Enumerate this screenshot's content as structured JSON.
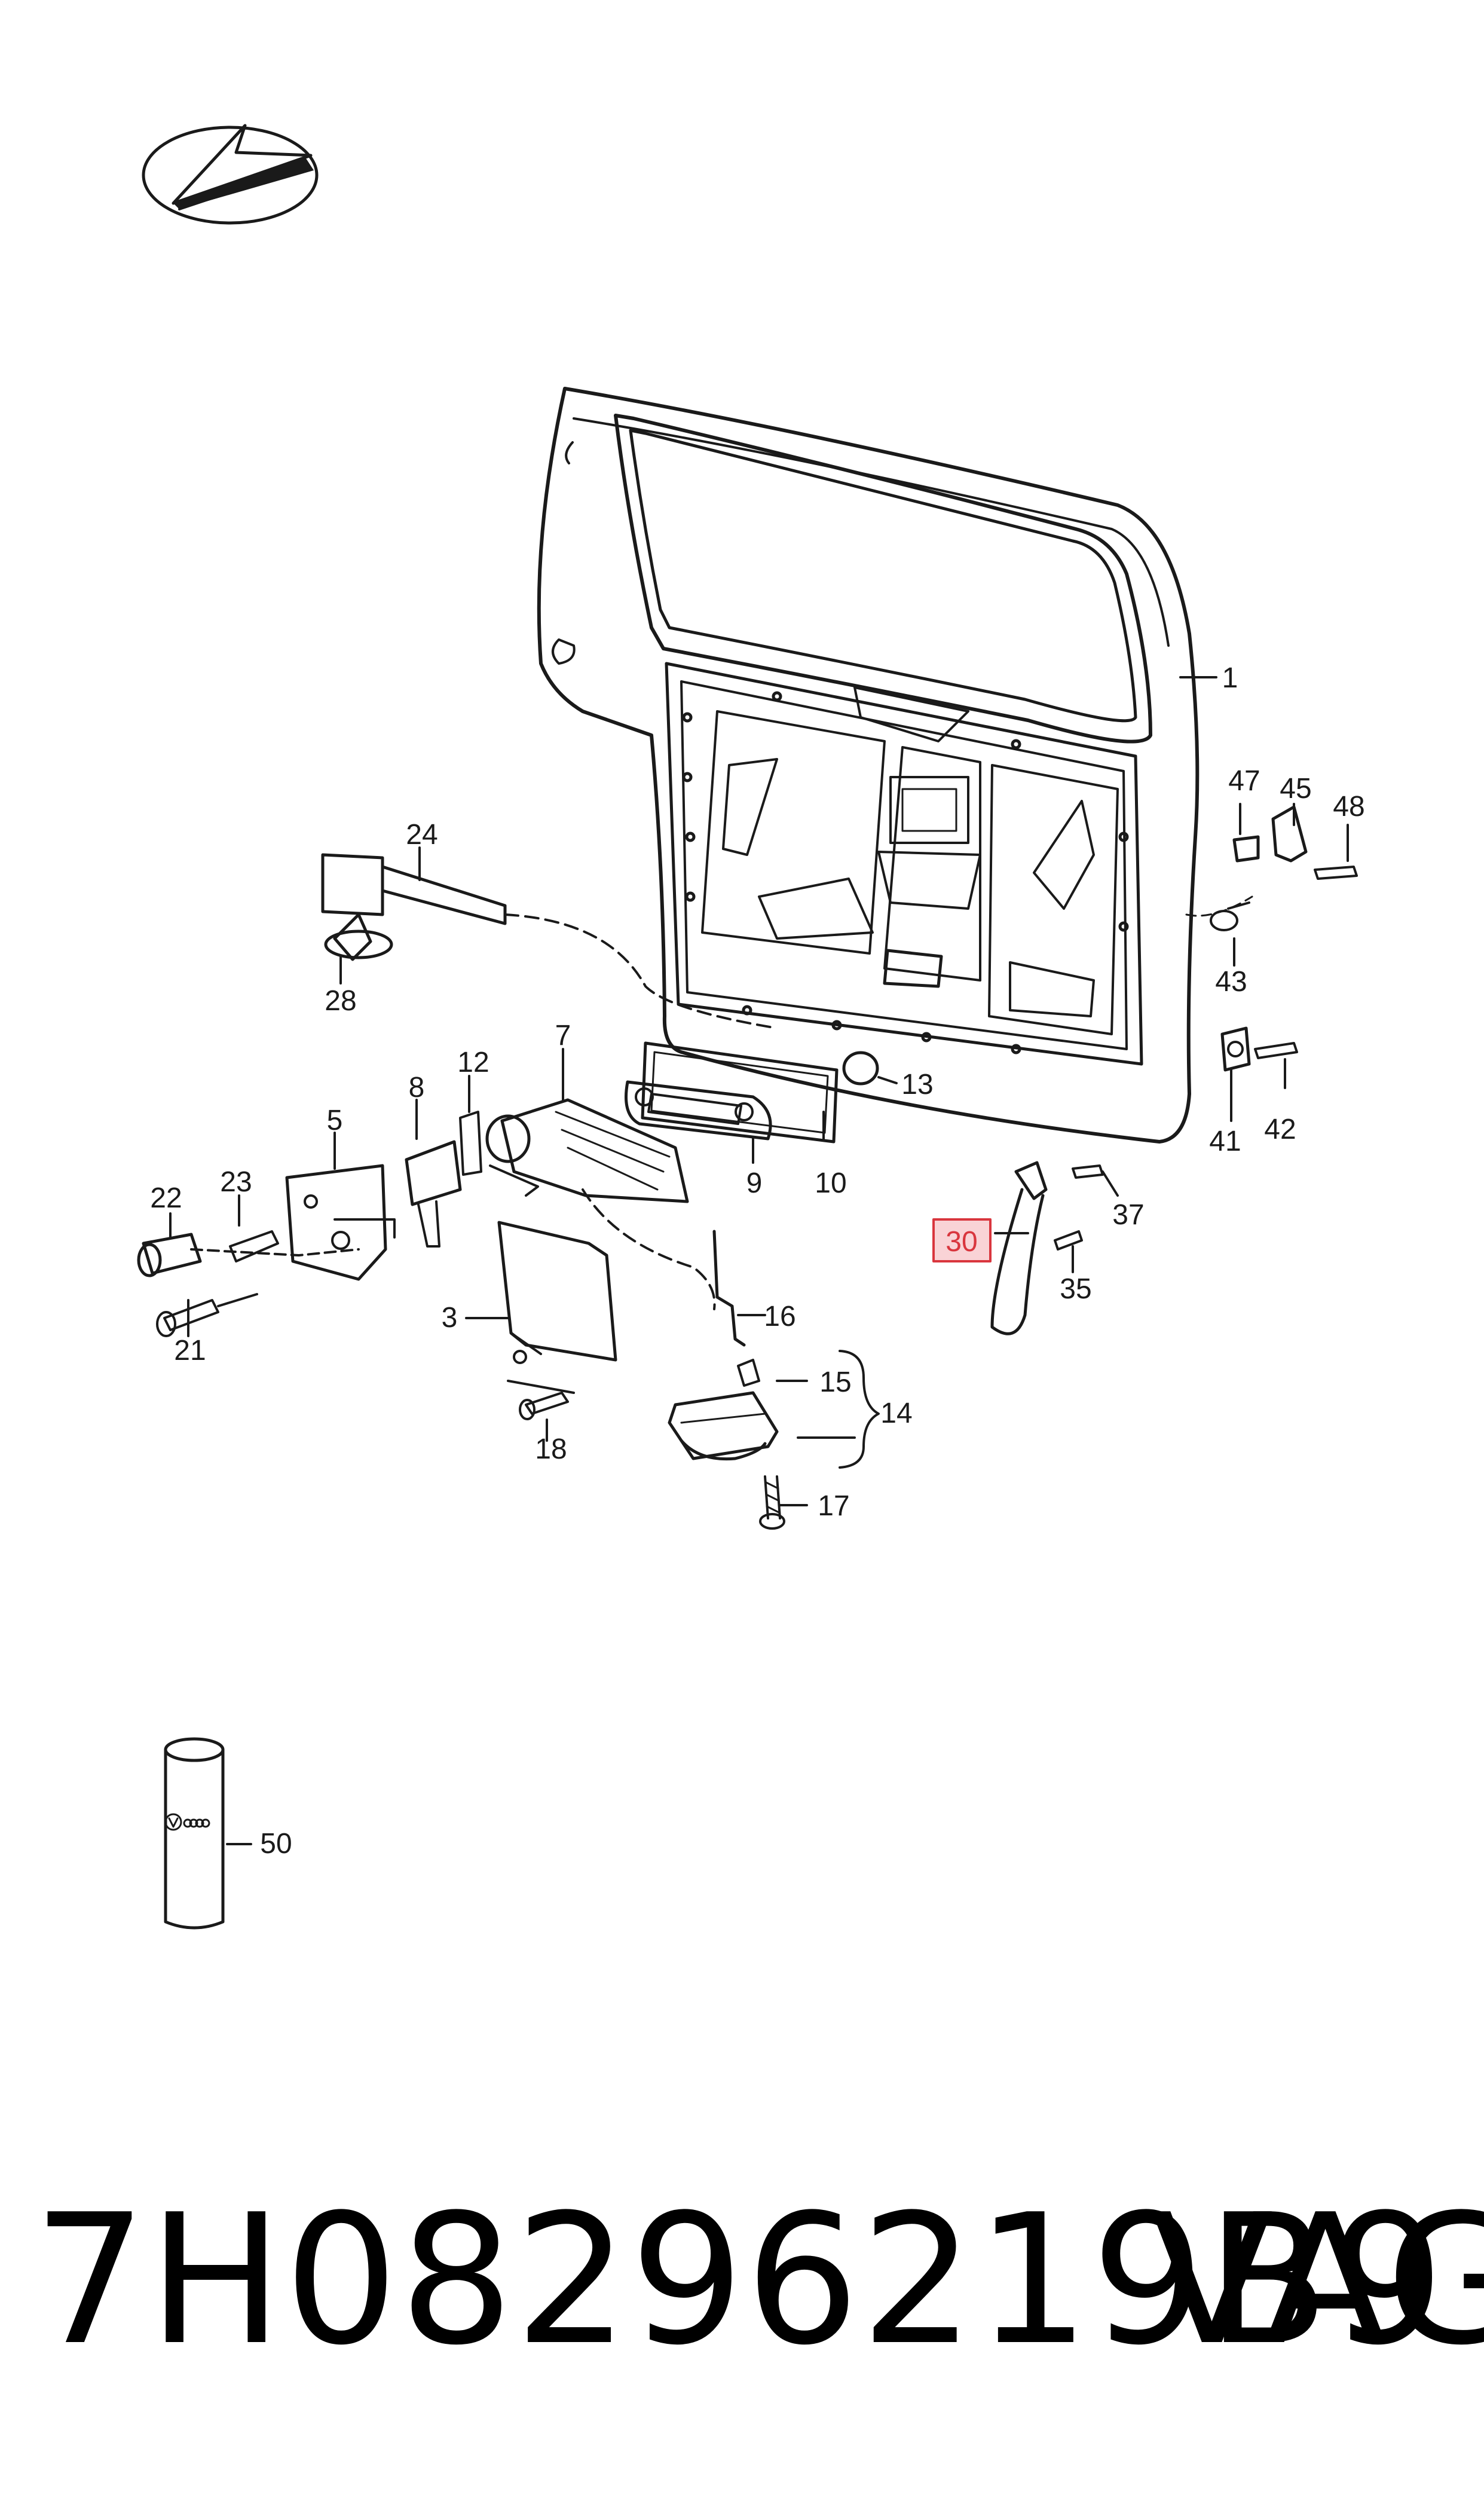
{
  "callouts": [
    {
      "id": "c1",
      "text": "1"
    },
    {
      "id": "c3",
      "text": "3"
    },
    {
      "id": "c5",
      "text": "5"
    },
    {
      "id": "c7",
      "text": "7"
    },
    {
      "id": "c8",
      "text": "8"
    },
    {
      "id": "c9",
      "text": "9"
    },
    {
      "id": "c10",
      "text": "10"
    },
    {
      "id": "c12",
      "text": "12"
    },
    {
      "id": "c13",
      "text": "13"
    },
    {
      "id": "c14",
      "text": "14"
    },
    {
      "id": "c15",
      "text": "15"
    },
    {
      "id": "c16",
      "text": "16"
    },
    {
      "id": "c17",
      "text": "17"
    },
    {
      "id": "c18",
      "text": "18"
    },
    {
      "id": "c21",
      "text": "21"
    },
    {
      "id": "c22",
      "text": "22"
    },
    {
      "id": "c23",
      "text": "23"
    },
    {
      "id": "c24",
      "text": "24"
    },
    {
      "id": "c28",
      "text": "28"
    },
    {
      "id": "c30",
      "text": "30",
      "highlighted": true
    },
    {
      "id": "c35",
      "text": "35"
    },
    {
      "id": "c37",
      "text": "37"
    },
    {
      "id": "c41",
      "text": "41"
    },
    {
      "id": "c42",
      "text": "42"
    },
    {
      "id": "c43",
      "text": "43"
    },
    {
      "id": "c45",
      "text": "45"
    },
    {
      "id": "c47",
      "text": "47"
    },
    {
      "id": "c48",
      "text": "48"
    },
    {
      "id": "c50",
      "text": "50"
    }
  ],
  "caption": {
    "part_number": "7H08296219B9",
    "brand": "VAG"
  },
  "colors": {
    "line": "#1a1a1a",
    "highlight_fill": "#f9d3d6",
    "highlight_stroke": "#d9363e"
  },
  "icons": [
    "direction-arrow-icon",
    "vw-audi-logo-icon"
  ]
}
